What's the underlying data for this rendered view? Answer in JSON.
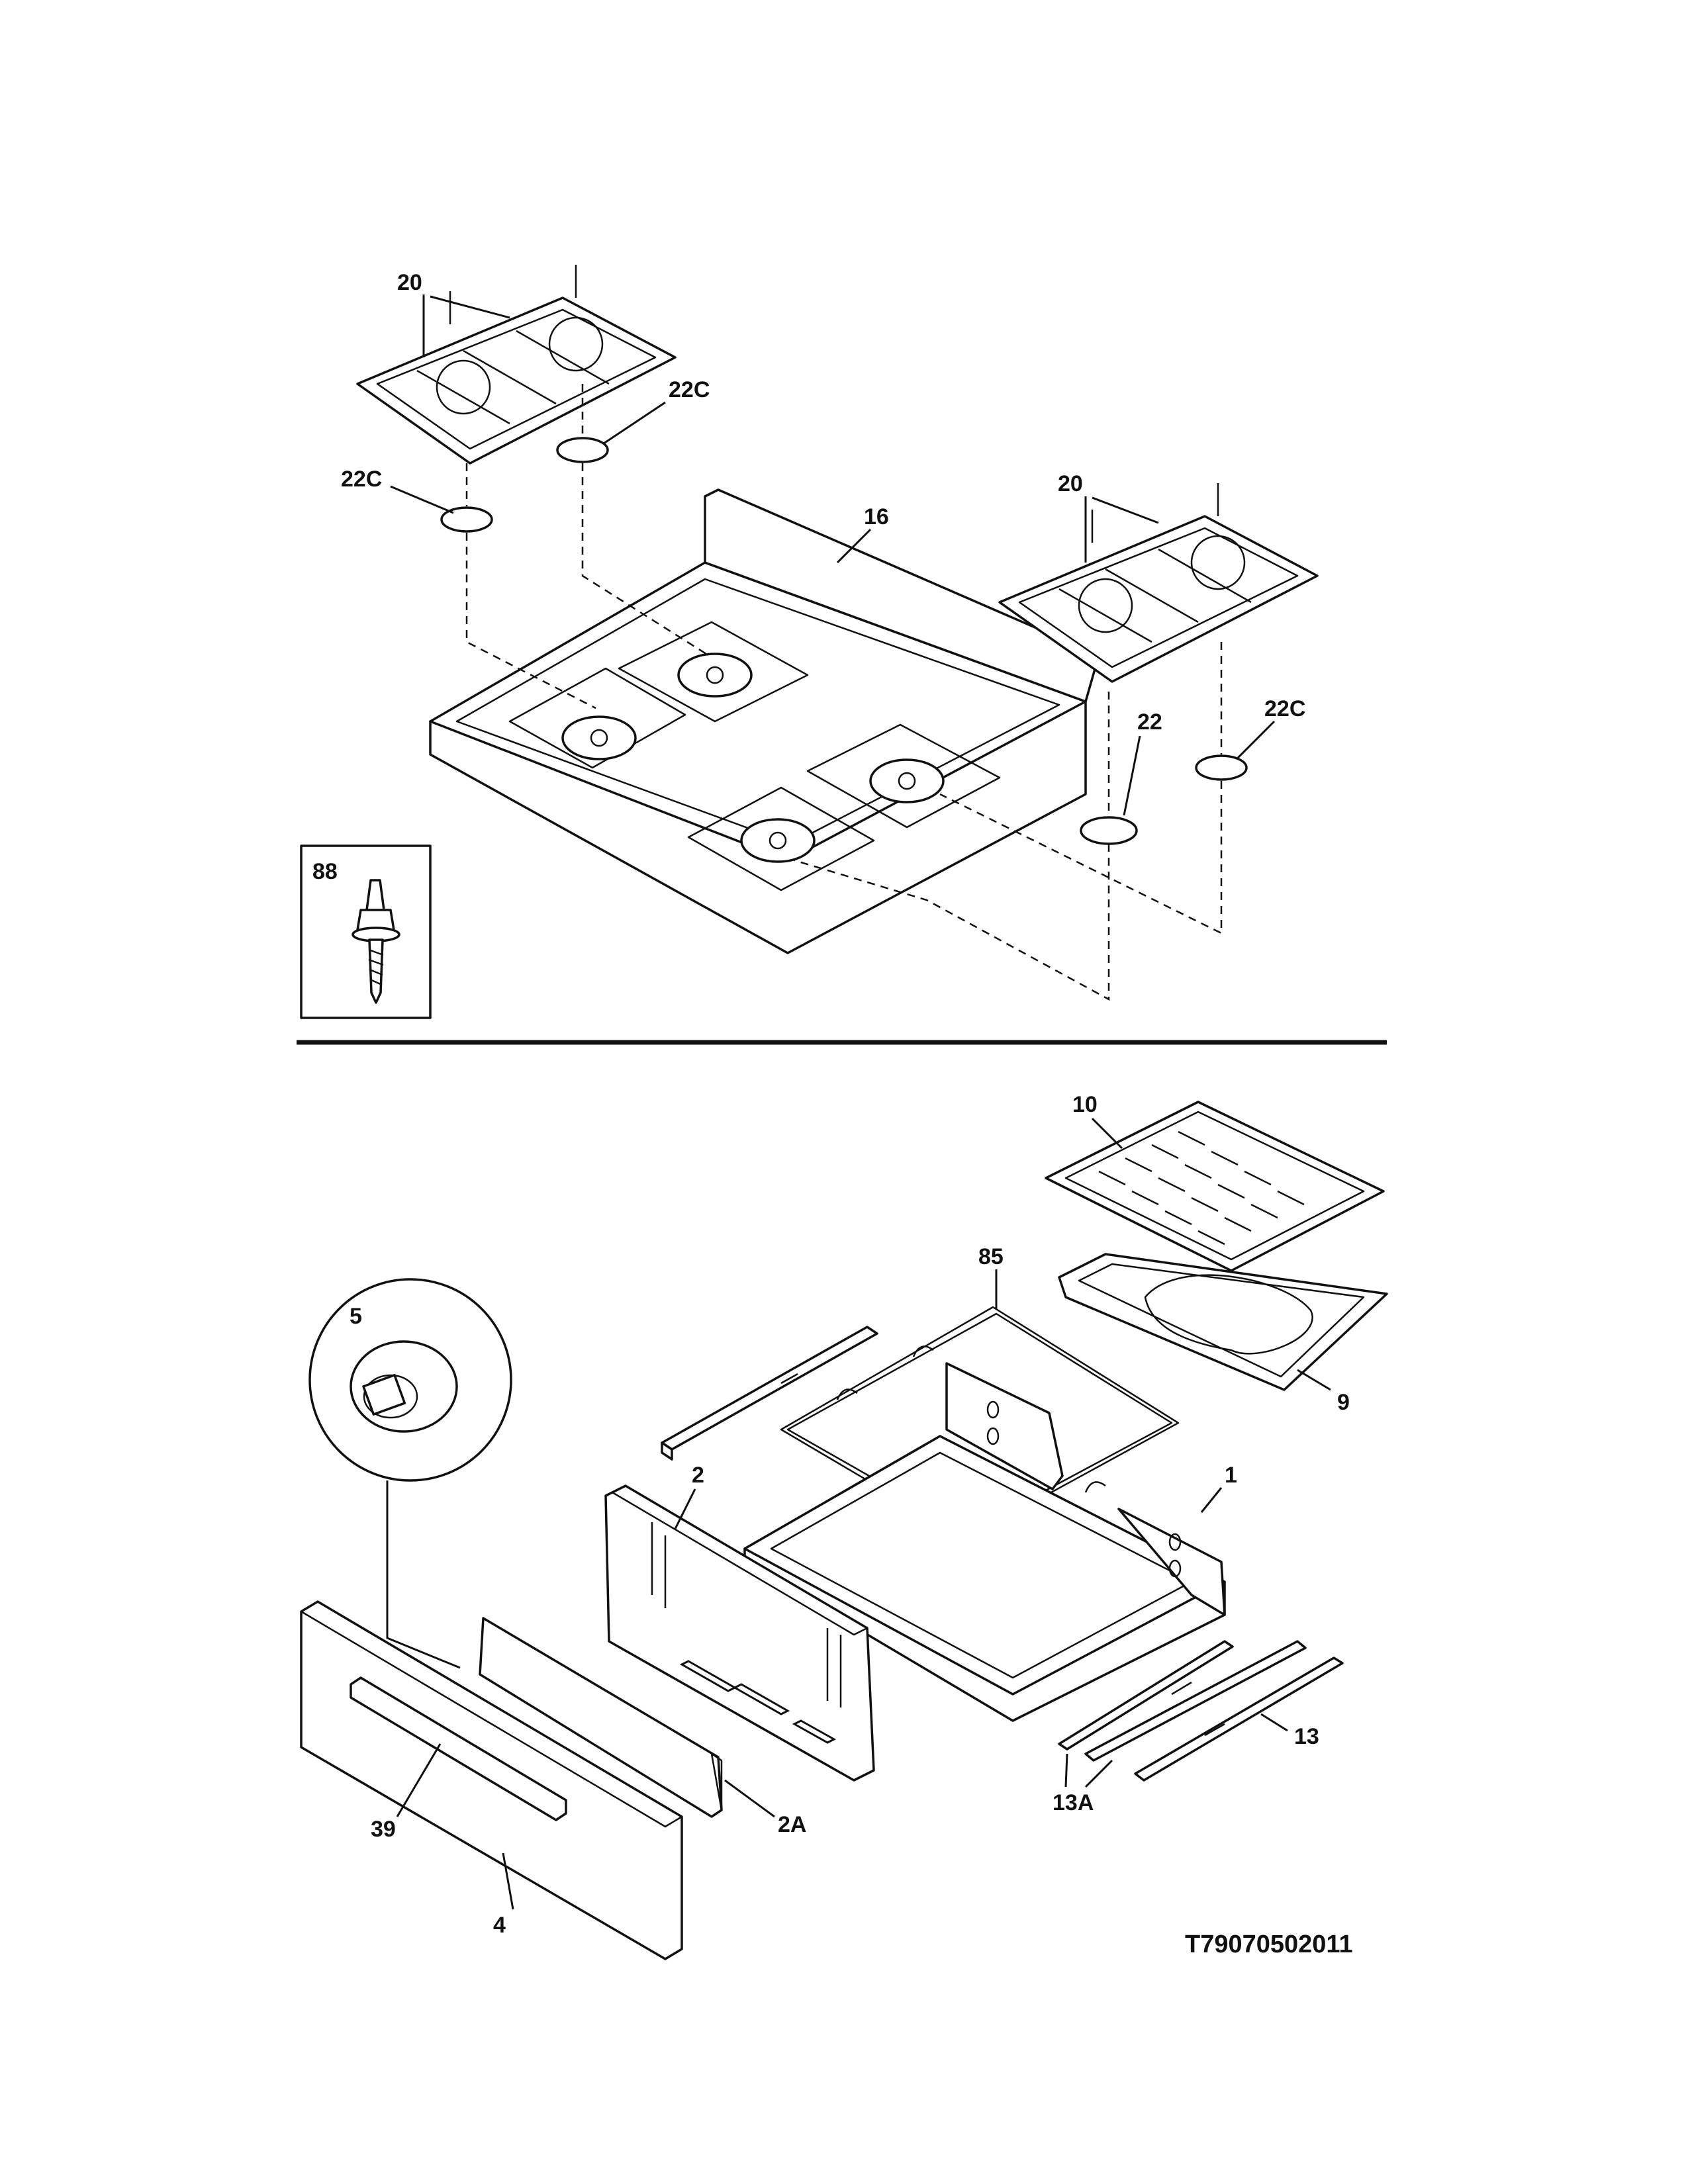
{
  "diagram": {
    "drawing_code": "T79070502011",
    "callouts": {
      "c20_left": "20",
      "c22c_upper": "22C",
      "c22c_left": "22C",
      "c16": "16",
      "c20_right": "20",
      "c22": "22",
      "c22c_right": "22C",
      "c88": "88",
      "c10": "10",
      "c85": "85",
      "c5": "5",
      "c9": "9",
      "c2": "2",
      "c1": "1",
      "c13": "13",
      "c13a": "13A",
      "c39": "39",
      "c2a": "2A",
      "c4": "4"
    }
  }
}
